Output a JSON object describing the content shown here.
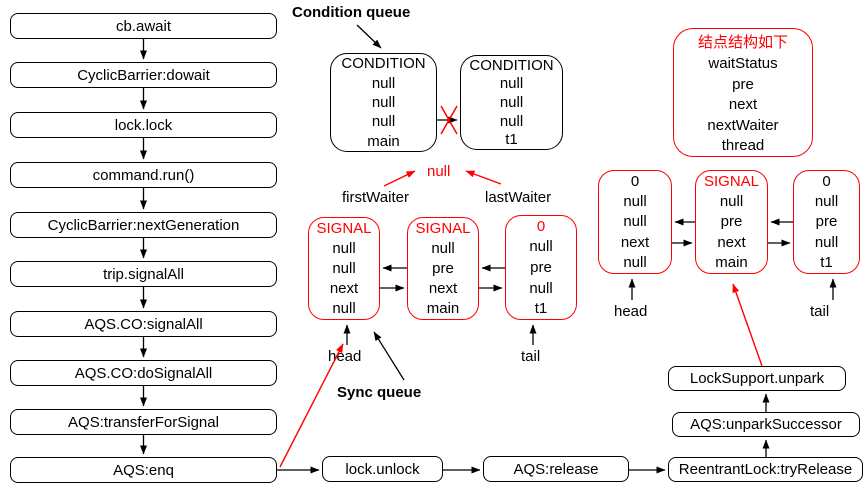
{
  "colors": {
    "accent_red": "#FF0000",
    "line_black": "#000000",
    "background": "#FFFFFF"
  },
  "flow_left": {
    "items": [
      "cb.await",
      "CyclicBarrier:dowait",
      "lock.lock",
      "command.run()",
      "CyclicBarrier:nextGeneration",
      "trip.signalAll",
      "AQS.CO:signalAll",
      "AQS.CO:doSignalAll",
      "AQS:transferForSignal",
      "AQS:enq"
    ]
  },
  "condition_queue": {
    "label": "Condition queue",
    "boxes": [
      {
        "title": "CONDITION",
        "rows": [
          "null",
          "null",
          "null",
          "main"
        ]
      },
      {
        "title": "CONDITION",
        "rows": [
          "null",
          "null",
          "null",
          "t1"
        ]
      }
    ],
    "null_label": "null",
    "first_waiter_label": "firstWaiter",
    "last_waiter_label": "lastWaiter"
  },
  "sync_queue": {
    "label": "Sync queue",
    "head_label": "head",
    "tail_label": "tail",
    "nodes": [
      {
        "title": "SIGNAL",
        "title_color": "#FF0000",
        "rows": [
          "null",
          "null",
          "next",
          "null"
        ]
      },
      {
        "title": "SIGNAL",
        "title_color": "#FF0000",
        "rows": [
          "null",
          "pre",
          "next",
          "main"
        ]
      },
      {
        "title": "0",
        "title_color": "#FF0000",
        "rows": [
          "null",
          "pre",
          "null",
          "t1"
        ]
      }
    ]
  },
  "node_structure": {
    "title": "结点结构如下",
    "title_color": "#FF0000",
    "rows": [
      "waitStatus",
      "pre",
      "next",
      "nextWaiter",
      "thread"
    ]
  },
  "right_queue": {
    "head_label": "head",
    "tail_label": "tail",
    "nodes": [
      {
        "title": "0",
        "title_color": "#000000",
        "rows": [
          "null",
          "null",
          "next",
          "null"
        ]
      },
      {
        "title": "SIGNAL",
        "title_color": "#FF0000",
        "rows": [
          "null",
          "pre",
          "next",
          "main"
        ]
      },
      {
        "title": "0",
        "title_color": "#000000",
        "rows": [
          "null",
          "pre",
          "null",
          "t1"
        ]
      }
    ]
  },
  "flow_bottom": {
    "items": [
      "lock.unlock",
      "AQS:release",
      "ReentrantLock:tryRelease",
      "AQS:unparkSuccessor",
      "LockSupport.unpark"
    ]
  }
}
